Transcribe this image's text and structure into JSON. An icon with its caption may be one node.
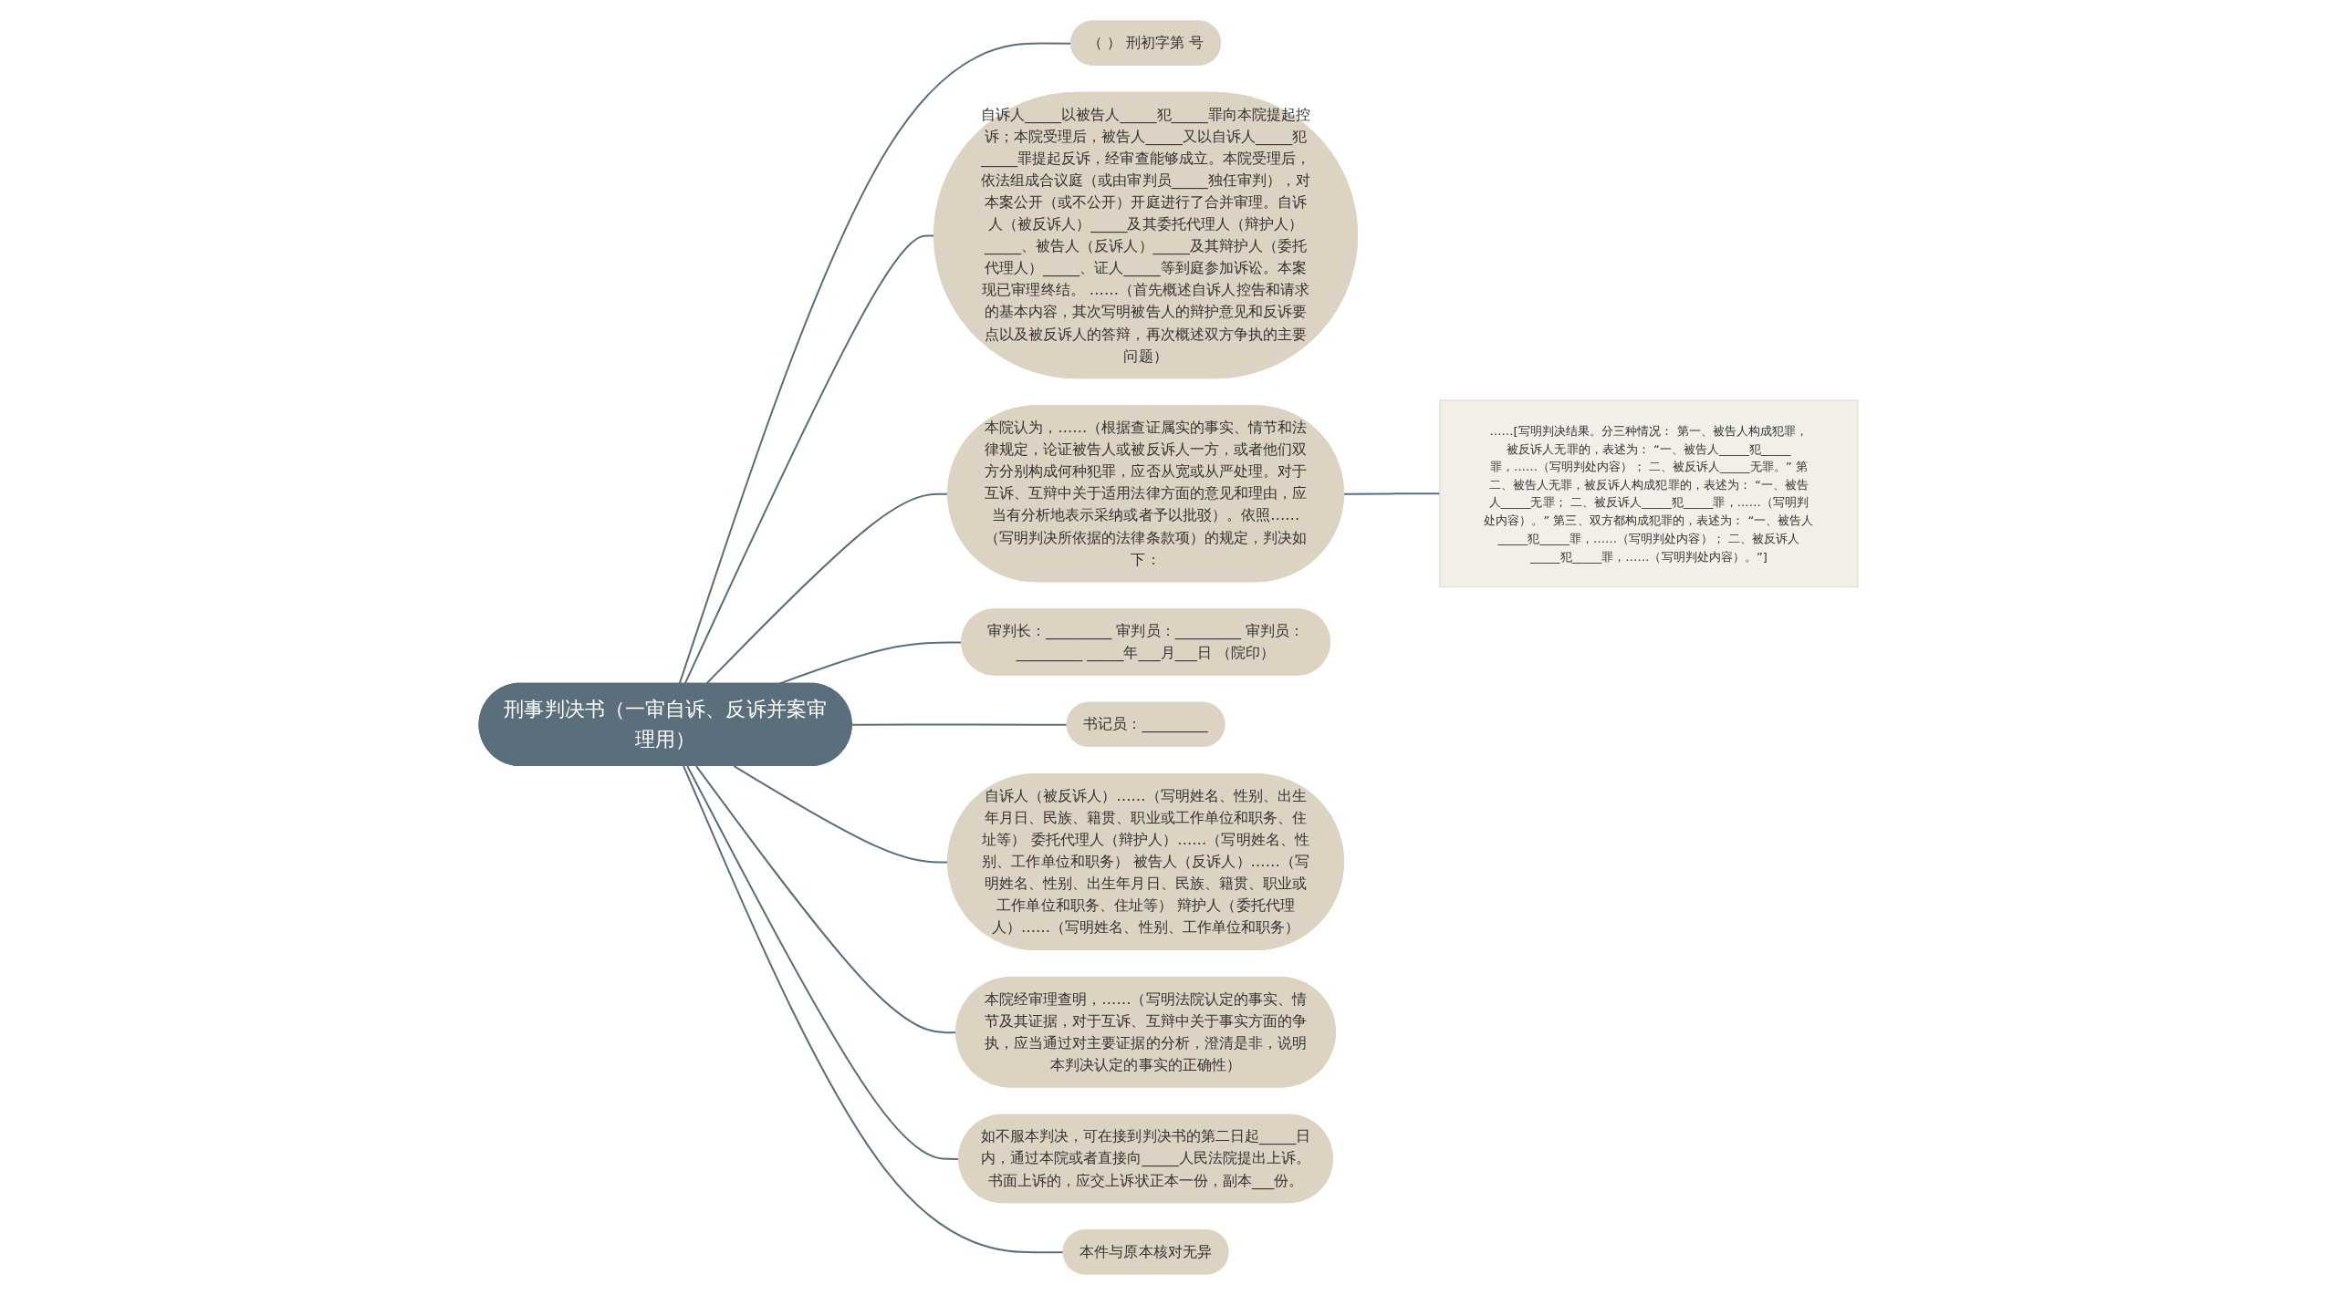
{
  "diagram": {
    "nodes": [
      {
        "text": [
          "刑事判决书（一审自诉、反诉并案审理用）"
        ]
      },
      {
        "text": [
          "（ ） 刑初字第 号"
        ]
      },
      {
        "text": [
          "自诉人_____以被告人_____犯_____罪向本院提起控诉；本院受理后，被告人_____又以自诉人_____犯_____罪提起反诉，经审查能够成立。本院受理后，依法组成合议庭（或由审判员_____独任审判），对本案公开（或不公开）开庭进行了合并审理。自诉人（被反诉人）_____及其委托代理人（辩护人）_____、被告人（反诉人）_____及其辩护人（委托代理人）_____、证人_____等到庭参加诉讼。本案现已审理终结。 ……（首先概述自诉人控告和请求的基本内容，其次写明被告人的辩护意见和反诉要点以及被反诉人的答辩，再次概述双方争执的主要问题）"
        ]
      },
      {
        "text": [
          "本院认为，……（根据查证属实的事实、情节和法律规定，论证被告人或被反诉人一方，或者他们双方分别构成何种犯罪，应否从宽或从严处理。对于互诉、互辩中关于适用法律方面的意见和理由，应当有分析地表示采纳或者予以批驳）。依照……（写明判决所依据的法律条款项）的规定，判决如下："
        ]
      },
      {
        "text": [
          "……[写明判决结果。分三种情况： 第一、被告人构成犯罪，被反诉人无罪的，表述为： “一、被告人_____犯_____罪，……（写明判处内容）； 二、被反诉人_____无罪。” 第二、被告人无罪，被反诉人构成犯罪的，表述为： “一、被告人_____无罪； 二、被反诉人_____犯_____罪，……（写明判处内容）。” 第三、双方都构成犯罪的，表述为： “一、被告人_____犯_____罪，……（写明判处内容）； 二、被反诉人_____犯_____罪，……（写明判处内容）。”]"
        ]
      },
      {
        "text": [
          "审判长：_________ 审判员：_________ 审判员：_________ _____年___月___日 （院印）"
        ]
      },
      {
        "text": [
          "书记员：_________"
        ]
      },
      {
        "text": [
          "自诉人（被反诉人）……（写明姓名、性别、出生年月日、民族、籍贯、职业或工作单位和职务、住址等） 委托代理人（辩护人）……（写明姓名、性别、工作单位和职务） 被告人（反诉人）……（写明姓名、性别、出生年月日、民族、籍贯、职业或工作单位和职务、住址等） 辩护人（委托代理人）……（写明姓名、性别、工作单位和职务）"
        ]
      },
      {
        "text": [
          "本院经审理查明，……（写明法院认定的事实、情节及其证据，对于互诉、互辩中关于事实方面的争执，应当通过对主要证据的分析，澄清是非，说明本判决认定的事实的正确性）"
        ]
      },
      {
        "text": [
          "如不服本判决，可在接到判决书的第二日起_____日内，通过本院或者直接向_____人民法院提出上诉。书面上诉的，应交上诉状正本一份，副本___份。"
        ]
      },
      {
        "text": [
          "本件与原本核对无异"
        ]
      }
    ],
    "edges": [
      {
        "from": 0,
        "to": 1,
        "arrow": "none"
      },
      {
        "from": 0,
        "to": 2,
        "arrow": "none"
      },
      {
        "from": 0,
        "to": 3,
        "arrow": "none"
      },
      {
        "from": 3,
        "to": 4,
        "arrow": "none"
      },
      {
        "from": 0,
        "to": 5,
        "arrow": "none"
      },
      {
        "from": 0,
        "to": 6,
        "arrow": "none"
      },
      {
        "from": 0,
        "to": 7,
        "arrow": "none"
      },
      {
        "from": 0,
        "to": 8,
        "arrow": "none"
      },
      {
        "from": 0,
        "to": 9,
        "arrow": "none"
      },
      {
        "from": 0,
        "to": 10,
        "arrow": "none"
      }
    ]
  }
}
